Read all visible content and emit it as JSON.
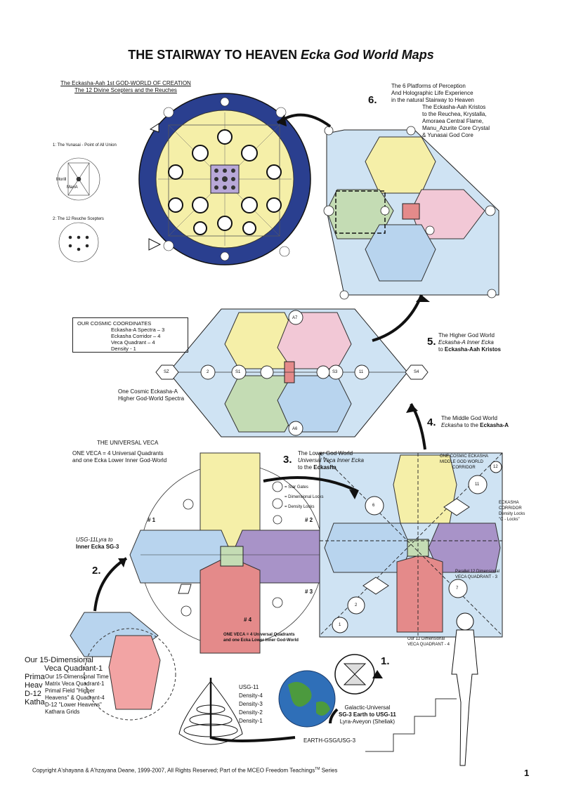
{
  "title": {
    "main": "THE STAIRWAY TO HEAVEN ",
    "italic": "Ecka God World Maps"
  },
  "top_left": {
    "line1": "The Eckasha-Aah 1st GOD-WORLD OF CREATION",
    "line2": "The 12 Divine Scepters and the Reuches",
    "yunasai": "1: The Yunasai - Point of All Union",
    "reuche": "2: The 12 Reuche Scepters",
    "morill": "Morill",
    "manA": "ManA"
  },
  "step6": {
    "number": "6.",
    "lines": [
      "The 6 Platforms of Perception",
      "And Holographic Life Experience",
      "in the natural Stairway to Heaven",
      "The Eckasha-Aah Kristos",
      "to the Reuchea, Krystalla,",
      "Amoraea Central Flame,",
      "Manu_Azurite Core Crystal",
      "& Yunasai God Core"
    ]
  },
  "coords": {
    "heading": "OUR COSMIC COORDINATES",
    "lines": [
      "Eckasha-A Spectra – 3",
      "Eckasha Corridor – 4",
      "Veca Quadrant – 4",
      "Density - 1"
    ]
  },
  "step5": {
    "number": "5.",
    "line1": "The Higher God World",
    "line2a": "Eckasha-A Inner Ecka",
    "line3a": "to ",
    "line3b": "Eckasha-Aah Kristos"
  },
  "spectra": {
    "caption1": "One Cosmic Eckasha-A",
    "caption2": "Higher God-World Spectra",
    "labels": [
      "SZ",
      "2",
      "S1",
      "A7",
      "S3",
      "11",
      "S4",
      "A6"
    ]
  },
  "step4": {
    "number": "4.",
    "line1": "The Middle God World",
    "line2a": "Eckasha",
    "line2b": " to the ",
    "line2c": "Eckasha-A"
  },
  "veca": {
    "heading": "THE UNIVERSAL VECA",
    "line1": "ONE VECA = 4 Universal Quadrants",
    "line2": "and one Ecka Lower Inner God-World",
    "q1": "# 1",
    "q2": "# 2",
    "q3": "# 3",
    "q4": "# 4",
    "legend": [
      "= Star Gates",
      "= Dimensional Locks",
      "= Density Locks"
    ],
    "bottom1": "ONE VECA = 4 Universal Quadrants",
    "bottom2": "and one Ecka Lower Inner God-World"
  },
  "step3": {
    "number": "3.",
    "line1": "The Lower God World",
    "line2": "Universal Veca Inner Ecka",
    "line3a": "to the ",
    "line3b": "Eckasha"
  },
  "eckasha": {
    "heading1": "ONE COSMIC ECKASHA",
    "heading2": "MIDDLE GOD WORLD",
    "heading3": "CORRIDOR",
    "corridor": [
      "ECKASHA",
      "CORRIDOR",
      "Density Locks",
      "\"C - Locks\""
    ],
    "bottom1": "Our 12 Dimensional",
    "bottom2": "VECA QUADRANT - 4",
    "right1": "Parallel 12 Dimensional",
    "right2": "VECA QUADRANT - 3",
    "circles": [
      "11",
      "6",
      "7",
      "2",
      "1",
      "12"
    ]
  },
  "step2": {
    "number": "2.",
    "line1": "USG-11Lyra to",
    "line2": "Inner Ecka SG-3"
  },
  "step1": {
    "number": "1.",
    "line1": "Galactic-Universal",
    "line2": "SG-3 Earth to USG-11",
    "line3": "Lyra-Aveyon (Sheliak)"
  },
  "densities": [
    "USG-11",
    "Density-4",
    "Density-3",
    "Density-2",
    "Density-1"
  ],
  "earth_label": "EARTH-GSG/USG-3",
  "quadrant_text": {
    "big1": "Our 15-Dimensional",
    "big2": "Veca Quadrant-1",
    "big3": "Prima",
    "big4": "Heav",
    "big5": "D-12",
    "big6": "Katha",
    "small": [
      "Our 15-Dimensional Time",
      "Matrix Veca Quadrant-1",
      "Primal Field \"Higher",
      "Heavens\" & Quadrant-4",
      "D-12 \"Lower Heavens\"",
      "Kathara Grids"
    ]
  },
  "footer": {
    "copyright": "Copyright A'shayana & A'hzayana Deane, 1999-2007, All Rights Reserved;  Part of the MCEO Freedom Teachings",
    "tm": "TM",
    "series": " Series",
    "page": "1"
  },
  "colors": {
    "navy": "#2a3f8f",
    "yellow": "#f5efa8",
    "blue": "#b8d4ee",
    "pink": "#f2c8d6",
    "green": "#c4dcb4",
    "red": "#e48a8a",
    "purple": "#a893c8",
    "earth": "#2f6fb8"
  }
}
